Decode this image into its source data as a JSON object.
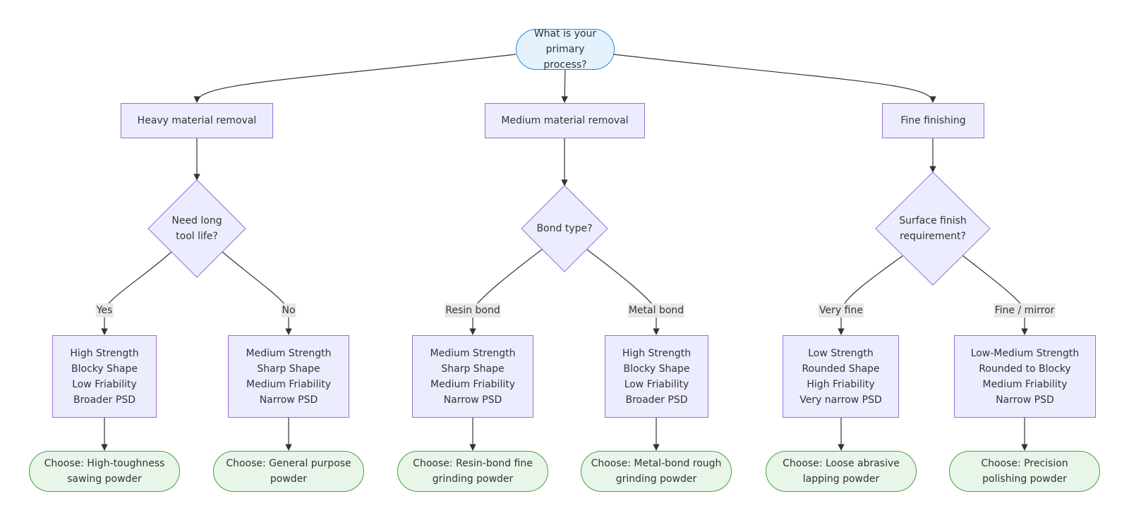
{
  "root": {
    "label": "What is your primary process?"
  },
  "processes": [
    {
      "label": "Heavy material removal",
      "question": "Need long tool life?",
      "branches": [
        {
          "edge": "Yes",
          "spec": [
            "High Strength",
            "Blocky Shape",
            "Low Friability",
            "Broader PSD"
          ],
          "choice": "Choose: High-toughness sawing powder"
        },
        {
          "edge": "No",
          "spec": [
            "Medium Strength",
            "Sharp Shape",
            "Medium Friability",
            "Narrow PSD"
          ],
          "choice": "Choose: General purpose powder"
        }
      ]
    },
    {
      "label": "Medium material removal",
      "question": "Bond type?",
      "branches": [
        {
          "edge": "Resin bond",
          "spec": [
            "Medium Strength",
            "Sharp Shape",
            "Medium Friability",
            "Narrow PSD"
          ],
          "choice": "Choose: Resin-bond fine grinding powder"
        },
        {
          "edge": "Metal bond",
          "spec": [
            "High Strength",
            "Blocky Shape",
            "Low Friability",
            "Broader PSD"
          ],
          "choice": "Choose: Metal-bond rough grinding powder"
        }
      ]
    },
    {
      "label": "Fine finishing",
      "question": "Surface finish requirement?",
      "branches": [
        {
          "edge": "Very fine",
          "spec": [
            "Low Strength",
            "Rounded Shape",
            "High Friability",
            "Very narrow PSD"
          ],
          "choice": "Choose: Loose abrasive lapping powder"
        },
        {
          "edge": "Fine / mirror",
          "spec": [
            "Low-Medium Strength",
            "Rounded to Blocky",
            "Medium Friability",
            "Narrow PSD"
          ],
          "choice": "Choose: Precision polishing powder"
        }
      ]
    }
  ],
  "colors": {
    "edge": "#333333",
    "rect_fill": "#ececff",
    "rect_stroke": "#9370db",
    "start_fill": "#e3f2fd",
    "start_stroke": "#1e88e5",
    "end_fill": "#e8f5e9",
    "end_stroke": "#43a047",
    "edge_label_bg": "#e8e8e8"
  }
}
